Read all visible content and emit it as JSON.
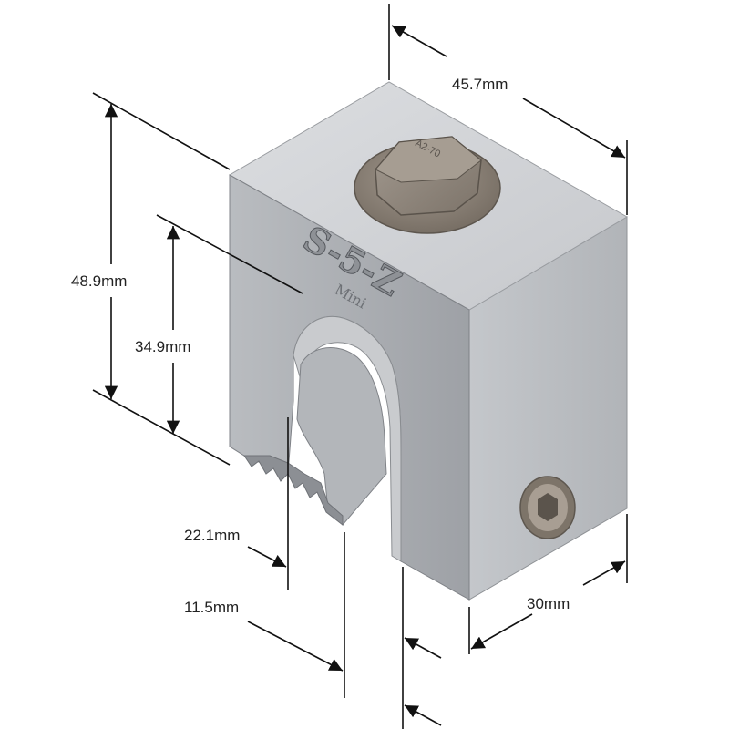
{
  "product": {
    "brand": "S-5-Z",
    "model": "Mini",
    "bolt_marking": "A2-70"
  },
  "dimensions": {
    "width": "45.7mm",
    "height": "48.9mm",
    "inner_height": "34.9mm",
    "slot_depth": "22.1mm",
    "slot_width": "11.5mm",
    "depth": "30mm"
  },
  "colors": {
    "body_front": "#a7aaaf",
    "body_top": "#d2d4d7",
    "body_side": "#bcbfc3",
    "bolt": "#8d847a",
    "dimension_line": "#111111"
  }
}
